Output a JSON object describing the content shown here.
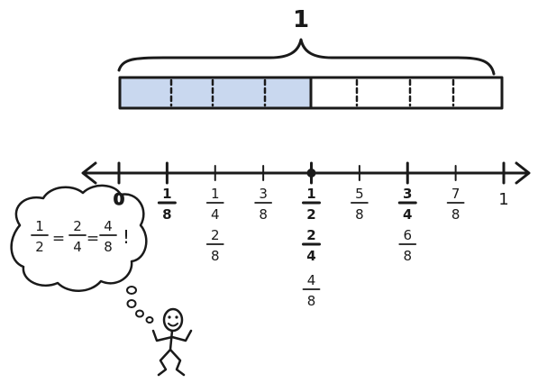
{
  "whole_label": "1",
  "bar": {
    "shaded_fraction": 0.5,
    "shade_color": "#c9d8ef",
    "total_parts": 8
  },
  "number_line": {
    "marks": [
      {
        "value": 0,
        "primary": {
          "text": "0",
          "bold": true
        }
      },
      {
        "value": 0.125,
        "primary": {
          "n": "1",
          "d": "8",
          "bold": true
        }
      },
      {
        "value": 0.25,
        "primary": {
          "n": "1",
          "d": "4",
          "bold": false
        },
        "alternates": [
          {
            "n": "2",
            "d": "8",
            "bold": false
          }
        ]
      },
      {
        "value": 0.375,
        "primary": {
          "n": "3",
          "d": "8",
          "bold": false
        }
      },
      {
        "value": 0.5,
        "primary": {
          "n": "1",
          "d": "2",
          "bold": true
        },
        "alternates": [
          {
            "n": "2",
            "d": "4",
            "bold": true
          },
          {
            "n": "4",
            "d": "8",
            "bold": false
          }
        ]
      },
      {
        "value": 0.625,
        "primary": {
          "n": "5",
          "d": "8",
          "bold": false
        }
      },
      {
        "value": 0.75,
        "primary": {
          "n": "3",
          "d": "4",
          "bold": true
        },
        "alternates": [
          {
            "n": "6",
            "d": "8",
            "bold": false
          }
        ]
      },
      {
        "value": 0.875,
        "primary": {
          "n": "7",
          "d": "8",
          "bold": false
        }
      },
      {
        "value": 1,
        "primary": {
          "text": "1",
          "bold": false
        }
      }
    ]
  },
  "thought": {
    "fractions": [
      {
        "n": "1",
        "d": "2"
      },
      {
        "n": "2",
        "d": "4"
      },
      {
        "n": "4",
        "d": "8"
      }
    ],
    "separator": "=",
    "exclaim": "!"
  }
}
